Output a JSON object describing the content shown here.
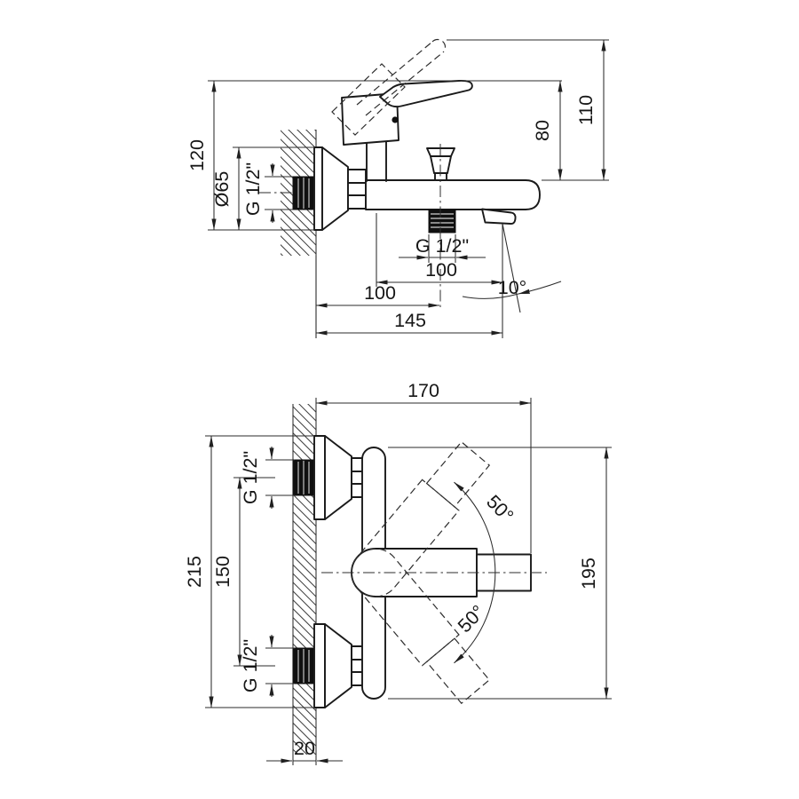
{
  "drawing": {
    "type": "technical dimensional drawing",
    "subject": "wall-mounted bath mixer faucet, two orthographic views",
    "line_color": "#1a1a1a",
    "background": "#ffffff"
  },
  "side_view": {
    "dim_height_overall": "120",
    "dim_flange_diameter": "Ø65",
    "dim_inlet_thread": "G 1/2\"",
    "dim_handle_height": "80",
    "dim_handle_raised_height": "110",
    "dim_outlet_thread": "G 1/2\"",
    "dim_axis_to_spout": "100",
    "dim_wall_to_outlet": "100",
    "dim_wall_to_spout": "145",
    "dim_spout_angle": "10°"
  },
  "front_view": {
    "dim_width": "170",
    "dim_inlet_thread_top": "G 1/2\"",
    "dim_overall_height": "215",
    "dim_inlet_spacing": "150",
    "dim_inlet_thread_bottom": "G 1/2\"",
    "dim_handle_swing_upper": "50°",
    "dim_handle_swing_lower": "50°",
    "dim_body_height": "195",
    "dim_wall_thickness": "20"
  }
}
